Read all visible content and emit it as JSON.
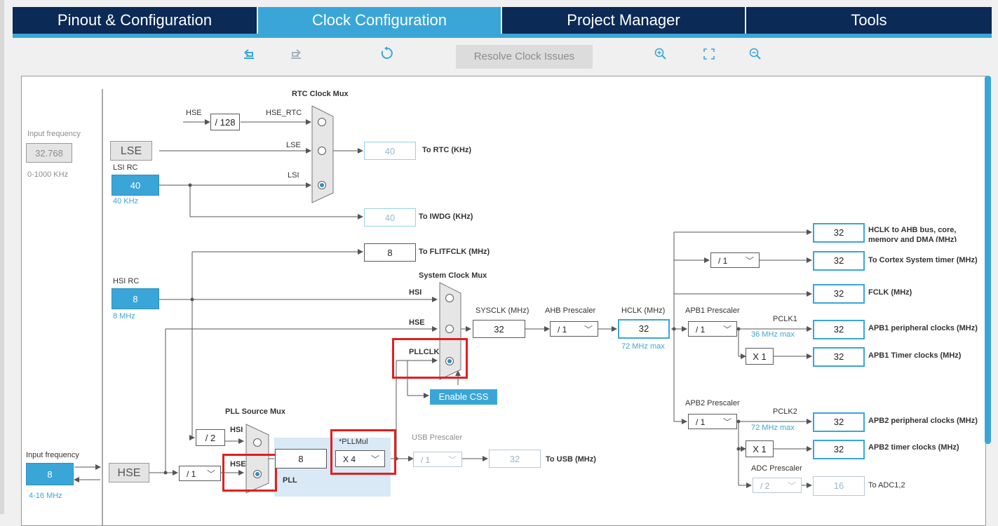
{
  "tabs": [
    {
      "label": "Pinout & Configuration",
      "active": false
    },
    {
      "label": "Clock Configuration",
      "active": true
    },
    {
      "label": "Project Manager",
      "active": false
    },
    {
      "label": "Tools",
      "active": false
    }
  ],
  "toolbar": {
    "undo_icon": "undo-icon",
    "redo_icon": "redo-icon",
    "reset_icon": "refresh-icon",
    "resolve_label": "Resolve Clock Issues",
    "zoom_in_icon": "zoom-in-icon",
    "fit_icon": "fit-screen-icon",
    "zoom_out_icon": "zoom-out-icon"
  },
  "colors": {
    "accent": "#3aa6d8",
    "nav": "#0b2a55",
    "highlight": "#e0201e"
  },
  "lse_input": {
    "label": "Input frequency",
    "value": "32.768",
    "range": "0-1000 KHz"
  },
  "lse": {
    "label": "LSE"
  },
  "lsi": {
    "title": "LSI RC",
    "value": "40",
    "unit": "40 KHz"
  },
  "rtc_mux": {
    "title": "RTC Clock Mux",
    "hse_label": "HSE",
    "div": "/ 128",
    "hse_rtc": "HSE_RTC",
    "lse_label": "LSE",
    "lsi_label": "LSI",
    "selected": "LSI"
  },
  "rtc_out": {
    "value": "40",
    "label": "To RTC (KHz)"
  },
  "iwdg_out": {
    "value": "40",
    "label": "To IWDG (KHz)"
  },
  "flitf_out": {
    "value": "8",
    "label": "To FLITFCLK (MHz)"
  },
  "hsi": {
    "title": "HSI RC",
    "value": "8",
    "unit": "8 MHz"
  },
  "sys_mux": {
    "title": "System Clock Mux",
    "hsi_label": "HSI",
    "hse_label": "HSE",
    "pll_label": "PLLCLK",
    "selected": "PLLCLK"
  },
  "enable_css": "Enable CSS",
  "sysclk": {
    "label": "SYSCLK (MHz)",
    "value": "32"
  },
  "ahb": {
    "label": "AHB Prescaler",
    "value": "/ 1"
  },
  "hclk": {
    "label": "HCLK (MHz)",
    "value": "32",
    "max": "72 MHz max"
  },
  "outputs": {
    "ahb_bus": {
      "value": "32",
      "label": "HCLK to AHB bus, core, memory and DMA (MHz)"
    },
    "cortex": {
      "div": "/ 1",
      "value": "32",
      "label": "To Cortex System timer (MHz)"
    },
    "fclk": {
      "value": "32",
      "label": "FCLK (MHz)"
    }
  },
  "apb1": {
    "label": "APB1 Prescaler",
    "value": "/ 1",
    "pclk_label": "PCLK1",
    "max": "36 MHz max",
    "periph_value": "32",
    "periph_label": "APB1 peripheral clocks (MHz)",
    "timer_mul": "X 1",
    "timer_value": "32",
    "timer_label": "APB1 Timer clocks (MHz)"
  },
  "apb2": {
    "label": "APB2 Prescaler",
    "value": "/ 1",
    "pclk_label": "PCLK2",
    "max": "72 MHz max",
    "periph_value": "32",
    "periph_label": "APB2 peripheral clocks (MHz)",
    "timer_mul": "X 1",
    "timer_value": "32",
    "timer_label": "APB2 timer clocks (MHz)"
  },
  "adc": {
    "label": "ADC Prescaler",
    "value": "/ 2",
    "out_value": "16",
    "out_label": "To ADC1,2"
  },
  "pll_mux": {
    "title": "PLL Source Mux",
    "hsi_div": "/ 2",
    "hsi_label": "HSI",
    "hse_label": "HSE",
    "selected": "HSE"
  },
  "pll": {
    "label": "PLL",
    "value": "8",
    "mul_label": "*PLLMul",
    "mul_value": "X 4"
  },
  "usb": {
    "label": "USB Prescaler",
    "value": "/ 1",
    "out_value": "32",
    "out_label": "To USB (MHz)"
  },
  "hse_input": {
    "label": "Input frequency",
    "value": "8",
    "range": "4-16 MHz"
  },
  "hse": {
    "label": "HSE",
    "prediv": "/ 1"
  }
}
